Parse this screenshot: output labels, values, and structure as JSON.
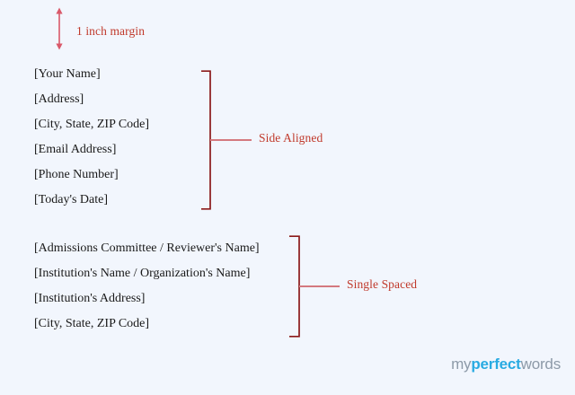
{
  "page": {
    "background_color": "#f2f6fd",
    "annotation_color": "#c0392b",
    "bracket_color": "#8b1a1a",
    "text_color": "#1a1a1a"
  },
  "margin_annotation": {
    "label": "1 inch margin",
    "icon": "vertical-double-arrow-icon"
  },
  "sender_block": {
    "lines": [
      "[Your Name]",
      "[Address]",
      "[City, State, ZIP Code]",
      "[Email Address]",
      "[Phone Number]",
      "[Today's Date]"
    ]
  },
  "recipient_block": {
    "lines": [
      "[Admissions Committee / Reviewer's Name]",
      "[Institution's Name / Organization's Name]",
      "[Institution's Address]",
      "[City, State, ZIP Code]"
    ]
  },
  "annotations": [
    {
      "label": "Side Aligned",
      "icon": "bracket-icon"
    },
    {
      "label": "Single Spaced",
      "icon": "bracket-icon"
    }
  ],
  "logo": {
    "part_one": "my",
    "part_two": "perfect",
    "part_three": "words",
    "accent_color": "#29abe2",
    "neutral_color": "#8d9aa8"
  }
}
